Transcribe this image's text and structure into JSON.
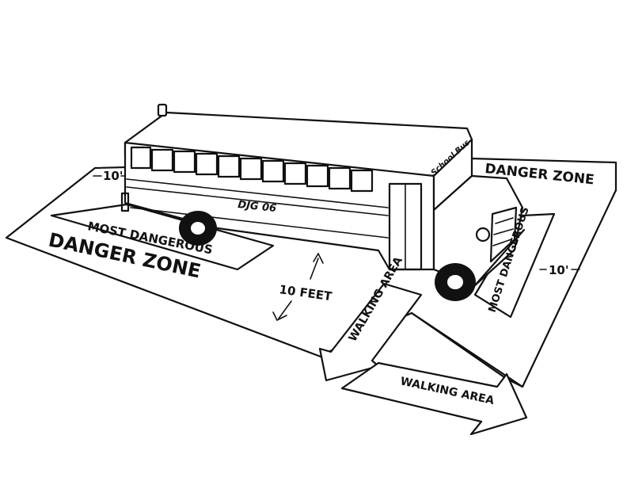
{
  "zones": {
    "danger_zone_front_label": "DANGER ZONE",
    "danger_zone_side_label": "DANGER ZONE",
    "most_dangerous_side_label": "MOST DANGEROUS",
    "most_dangerous_front_label": "MOST DANGEROUS",
    "walking_area_front_label": "WALKING AREA",
    "walking_area_bottom_label": "WALKING AREA"
  },
  "measurements": {
    "rear_clearance": "10'",
    "front_clearance": "10'",
    "side_distance": "10 FEET"
  },
  "bus": {
    "side_text": "DJG 06",
    "front_text": "School Bus"
  }
}
